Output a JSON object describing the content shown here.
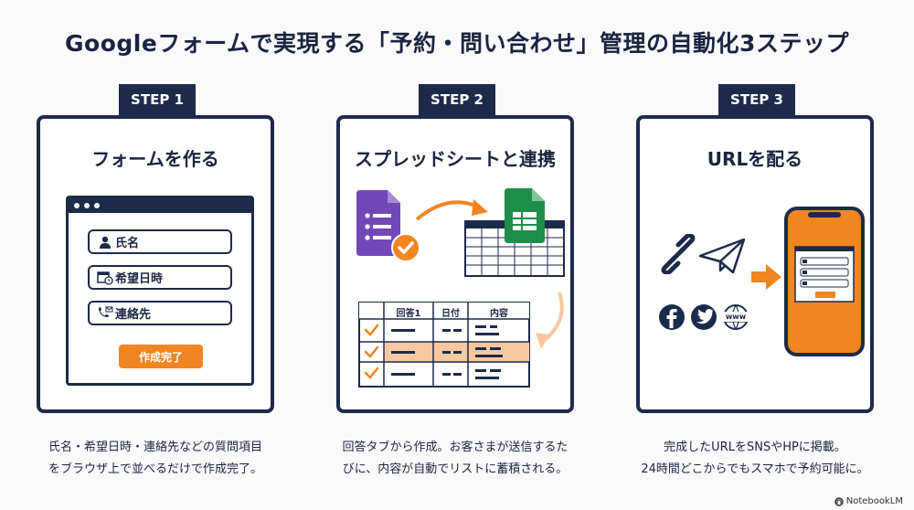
{
  "title": "Googleフォームで実現する「予約・問い合わせ」管理の自動化3ステップ",
  "steps": [
    {
      "tab": "STEP 1",
      "heading": "フォームを作る",
      "fields": [
        "氏名",
        "希望日時",
        "連絡先"
      ],
      "submit": "作成完了",
      "desc_line1": "氏名・希望日時・連絡先などの質問項目",
      "desc_line2": "をブラウザ上で並べるだけで作成完了。"
    },
    {
      "tab": "STEP 2",
      "heading": "スプレッドシートと連携",
      "table_headers": [
        "回答1",
        "日付",
        "内容"
      ],
      "desc_line1": "回答タブから作成。お客さまが送信するた",
      "desc_line2": "びに、内容が自動でリストに蓄積される。"
    },
    {
      "tab": "STEP 3",
      "heading": "URLを配る",
      "www_label": "www",
      "desc_line1": "完成したURLをSNSやHPに掲載。",
      "desc_line2": "24時間どこからでもスマホで予約可能に。"
    }
  ],
  "footer": "NotebookLM",
  "colors": {
    "navy": "#1e2a4a",
    "orange": "#f08521",
    "purple": "#7248b9",
    "green": "#1e8e4a",
    "highlight": "#f8c9a0"
  }
}
